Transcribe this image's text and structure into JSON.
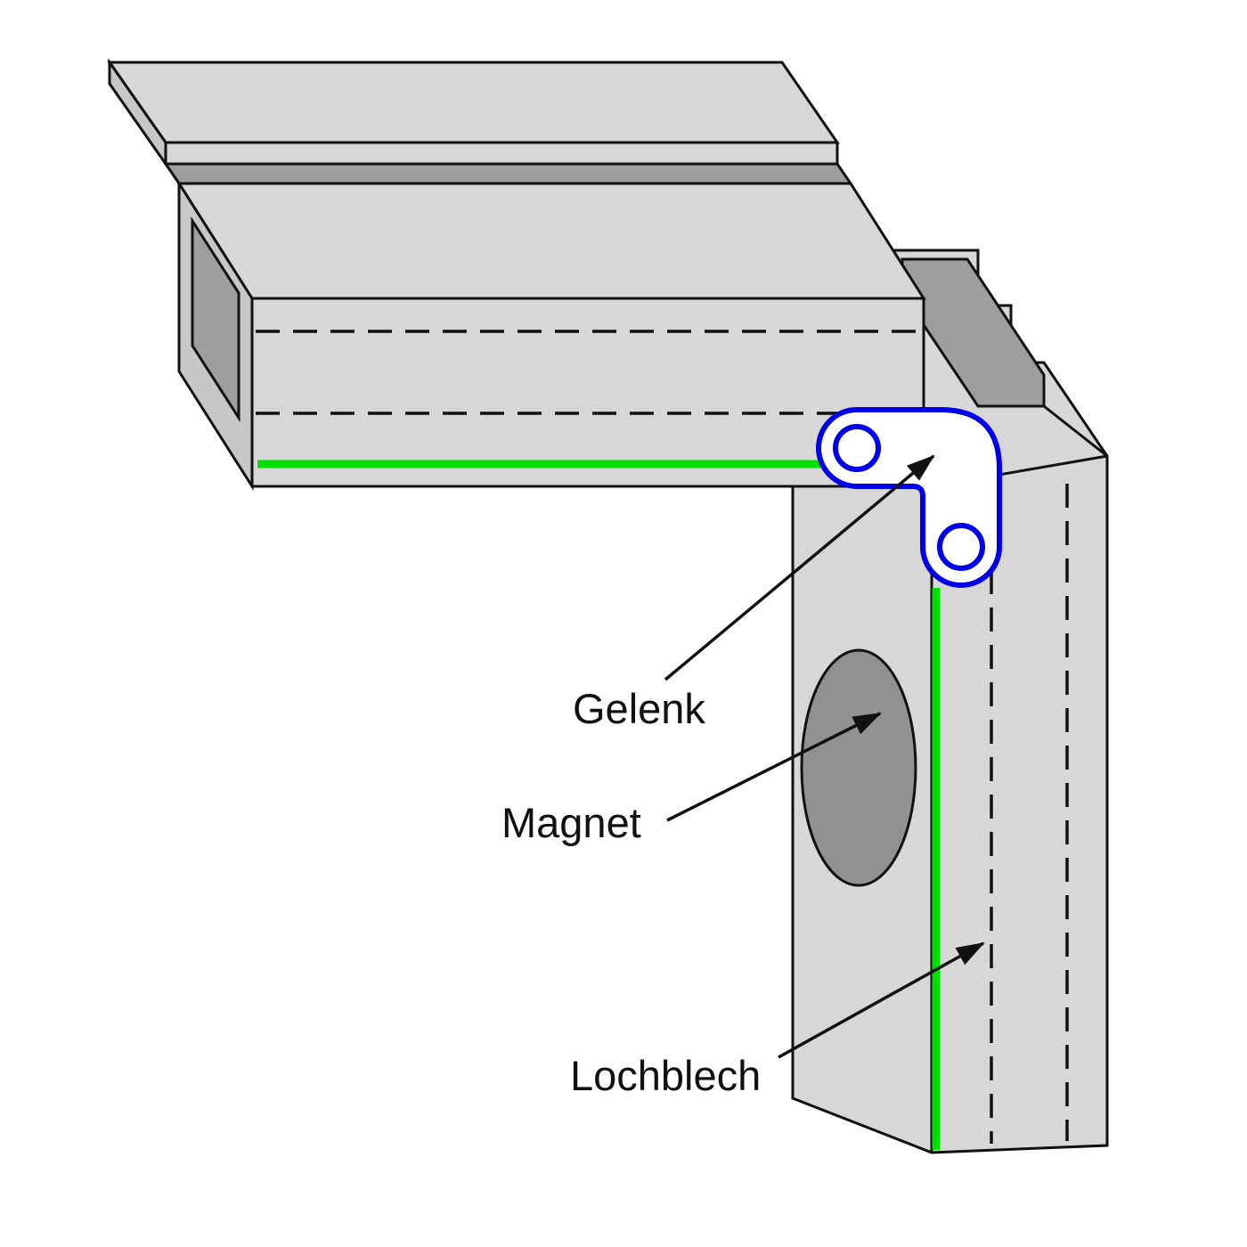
{
  "diagram": {
    "labels": {
      "joint": "Gelenk",
      "magnet": "Magnet",
      "perforated_plate": "Lochblech"
    },
    "colors": {
      "background": "#ffffff",
      "outline": "#111111",
      "face_light": "#d7d7d7",
      "face_shaded": "#c7c7c7",
      "recess_dark": "#9e9e9e",
      "magnet_fill": "#919191",
      "edge_highlight_green": "#00e000",
      "hinge_blue": "#0000e8",
      "hinge_fill": "#ffffff"
    }
  }
}
